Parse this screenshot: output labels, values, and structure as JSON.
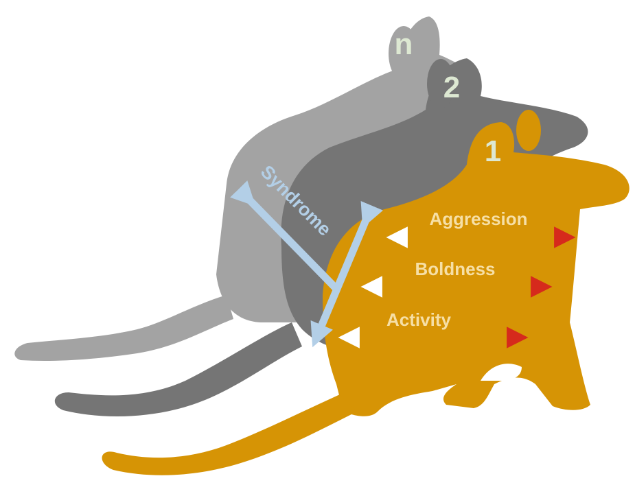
{
  "individuals": [
    {
      "label": "n",
      "color": "#a3a3a3"
    },
    {
      "label": "2",
      "color": "#757575"
    },
    {
      "label": "1",
      "color": "#d69405"
    }
  ],
  "number_label_color": "#dde8d2",
  "syndrome": {
    "label": "Syndrome",
    "color": "#b3cfe7"
  },
  "traits": [
    {
      "label": "Aggression"
    },
    {
      "label": "Boldness"
    },
    {
      "label": "Activity"
    }
  ],
  "trait_label_color": "#f6dfa6",
  "trait_arrow_colors": {
    "start": "#ffffff",
    "end": "#d62a1c"
  }
}
